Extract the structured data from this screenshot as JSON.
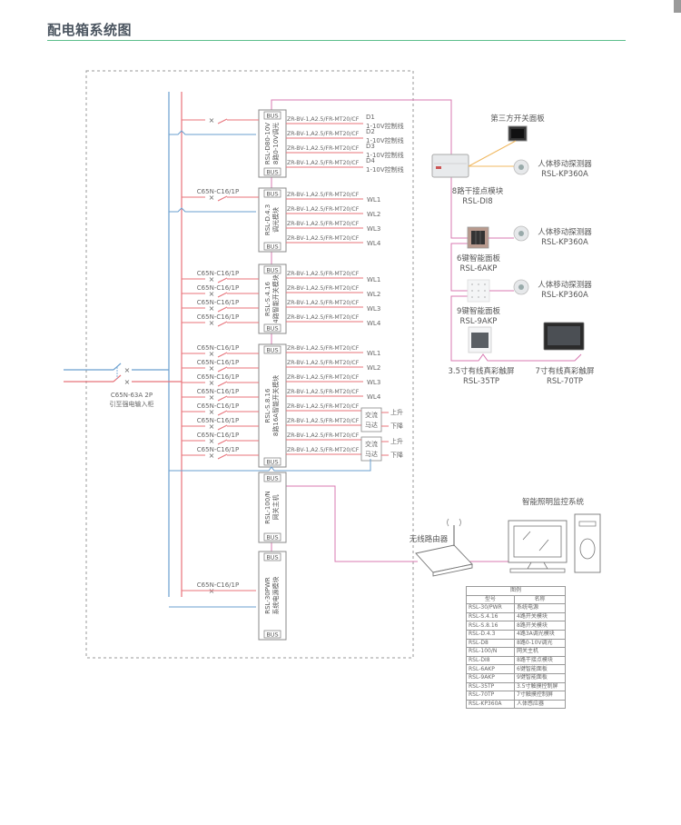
{
  "page": {
    "title": "配电箱系统图",
    "accent_color": "#5cbf8c",
    "line_colors": {
      "phase": "#e8737a",
      "neutral": "#6a9fcf",
      "bus": "#d878b0",
      "dry_contact": "#f0b860",
      "breaker_mark": "#e03040"
    }
  },
  "incomer": {
    "breaker": "C65N-63A 2P",
    "note": "引至强电输入柜"
  },
  "bus_label": "BUS",
  "modules": [
    {
      "id": "d80",
      "model": "RSL-D80-10V",
      "desc": "8路0-10V调光",
      "breaker": "",
      "outputs": [
        {
          "cable": "ZR-BV-1,A2.5/FR-MT20/CF",
          "label": "D1",
          "sub": "1-10V控制线"
        },
        {
          "cable": "ZR-BV-1,A2.5/FR-MT20/CF",
          "label": "D2",
          "sub": "1-10V控制线"
        },
        {
          "cable": "ZR-BV-1,A2.5/FR-MT20/CF",
          "label": "D3",
          "sub": "1-10V控制线"
        },
        {
          "cable": "ZR-BV-1,A2.5/FR-MT20/CF",
          "label": "D4",
          "sub": "1-10V控制线"
        }
      ]
    },
    {
      "id": "d43",
      "model": "RSL-D.4.3",
      "desc": "调光模块",
      "breaker": "C65N-C16/1P",
      "outputs": [
        {
          "cable": "ZR-BV-1,A2.5/FR-MT20/CF",
          "label": "WL1"
        },
        {
          "cable": "ZR-BV-1,A2.5/FR-MT20/CF",
          "label": "WL2"
        },
        {
          "cable": "ZR-BV-1,A2.5/FR-MT20/CF",
          "label": "WL3"
        },
        {
          "cable": "ZR-BV-1,A2.5/FR-MT20/CF",
          "label": "WL4"
        }
      ]
    },
    {
      "id": "s416",
      "model": "RSL-S.4.16",
      "desc": "4路智能开关模块",
      "breakers": [
        "C65N-C16/1P",
        "C65N-C16/1P",
        "C65N-C16/1P",
        "C65N-C16/1P"
      ],
      "outputs": [
        {
          "cable": "ZR-BV-1,A2.5/FR-MT20/CF",
          "label": "WL1"
        },
        {
          "cable": "ZR-BV-1,A2.5/FR-MT20/CF",
          "label": "WL2"
        },
        {
          "cable": "ZR-BV-1,A2.5/FR-MT20/CF",
          "label": "WL3"
        },
        {
          "cable": "ZR-BV-1,A2.5/FR-MT20/CF",
          "label": "WL4"
        }
      ]
    },
    {
      "id": "s816",
      "model": "RSL-S.8.16",
      "desc": "8路16A智能开关模块",
      "breakers": [
        "C65N-C16/1P",
        "C65N-C16/1P",
        "C65N-C16/1P",
        "C65N-C16/1P",
        "C65N-C16/1P",
        "C65N-C16/1P",
        "C65N-C16/1P",
        "C65N-C16/1P"
      ],
      "outputs": [
        {
          "cable": "ZR-BV-1,A2.5/FR-MT20/CF",
          "label": "WL1"
        },
        {
          "cable": "ZR-BV-1,A2.5/FR-MT20/CF",
          "label": "WL2"
        },
        {
          "cable": "ZR-BV-1,A2.5/FR-MT20/CF",
          "label": "WL3"
        },
        {
          "cable": "ZR-BV-1,A2.5/FR-MT20/CF",
          "label": "WL4"
        },
        {
          "cable": "ZR-BV-1,A2.5/FR-MT20/CF",
          "label": "上升"
        },
        {
          "cable": "ZR-BV-1,A2.5/FR-MT20/CF",
          "label": "下降"
        },
        {
          "cable": "ZR-BV-1,A2.5/FR-MT20/CF",
          "label": "上升"
        },
        {
          "cable": "ZR-BV-1,A2.5/FR-MT20/CF",
          "label": "下降"
        }
      ],
      "motor_label": [
        "交流",
        "马达"
      ]
    },
    {
      "id": "gw",
      "model": "RSL-100/N",
      "desc": "网关主机"
    },
    {
      "id": "pwr",
      "model": "RSL-30PWR",
      "desc": "系统电源模块",
      "breaker": "C65N-C16/1P"
    }
  ],
  "devices": {
    "third_party_panel": "第三方开关面板",
    "di8": {
      "name": "8路干接点模块",
      "model": "RSL-DI8"
    },
    "sensor": {
      "name": "人体移动探测器",
      "model": "RSL-KP360A"
    },
    "panel6": {
      "name": "6键智能面板",
      "model": "RSL-6AKP"
    },
    "panel9": {
      "name": "9键智能面板",
      "model": "RSL-9AKP"
    },
    "tp35": {
      "name": "3.5寸有线真彩触屏",
      "model": "RSL-35TP"
    },
    "tp70": {
      "name": "7寸有线真彩触屏",
      "model": "RSL-70TP"
    },
    "router": "无线路由器",
    "monitor": "智能照明监控系统"
  },
  "legend": {
    "title": "图例",
    "headers": [
      "型号",
      "名称"
    ],
    "rows": [
      [
        "RSL-30/PWR",
        "系统电源"
      ],
      [
        "RSL-S.4.16",
        "4路开关模块"
      ],
      [
        "RSL-S.8.16",
        "8路开关模块"
      ],
      [
        "RSL-D.4.3",
        "4路3A调光模块"
      ],
      [
        "RSL-D8",
        "8路0-10V调光"
      ],
      [
        "RSL-100/N",
        "网关主机"
      ],
      [
        "RSL-DI8",
        "8路干接点模块"
      ],
      [
        "RSL-6AKP",
        "6键智能面板"
      ],
      [
        "RSL-9AKP",
        "9键智能面板"
      ],
      [
        "RSL-35TP",
        "3.5寸触摸控制屏"
      ],
      [
        "RSL-70TP",
        "7寸触摸控制屏"
      ],
      [
        "RSL-KP360A",
        "人体感应器"
      ]
    ]
  }
}
